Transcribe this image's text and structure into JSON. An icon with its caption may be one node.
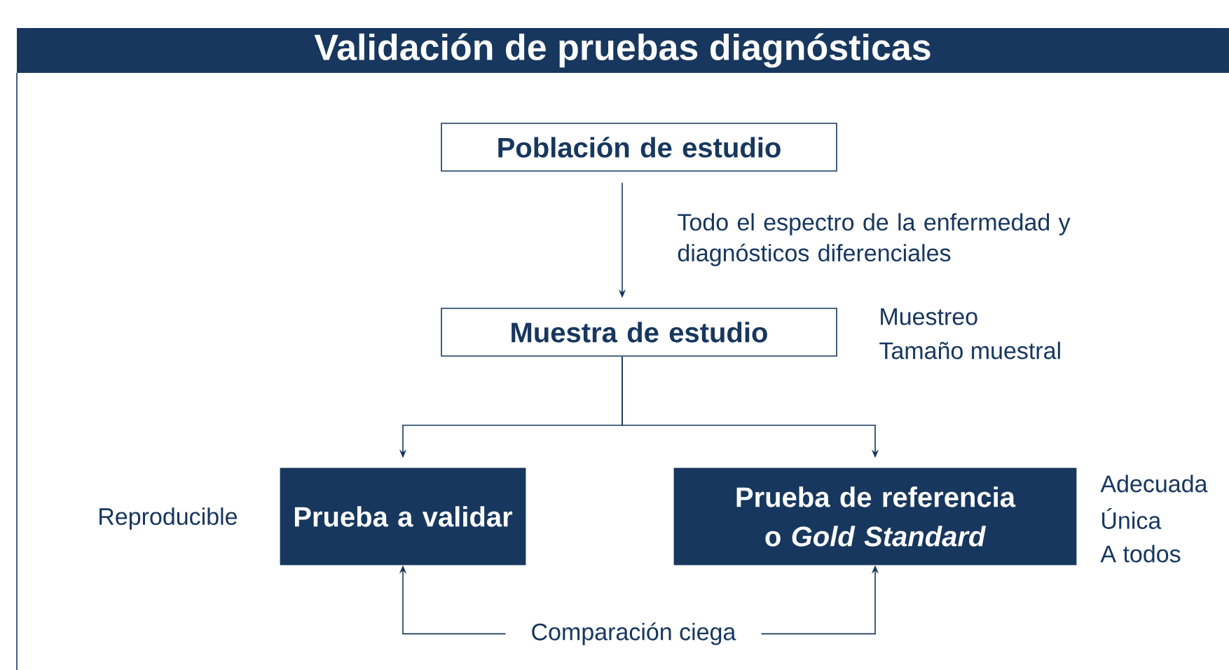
{
  "diagram": {
    "title": "Validación de pruebas diagnósticas",
    "nodes": [
      {
        "text": [
          "Población de estudio"
        ]
      },
      {
        "text": [
          "Muestra de estudio"
        ],
        "beside": [
          "Muestreo",
          "Tamaño muestral"
        ]
      },
      {
        "text": [
          "Prueba a validar"
        ],
        "beside": [
          "Reproducible"
        ]
      },
      {
        "text": [
          "Prueba de referencia o *Gold Standard*"
        ],
        "beside": [
          "Adecuada",
          "Única",
          "A todos"
        ]
      }
    ],
    "edges": [
      {
        "from": 0,
        "to": 1,
        "arrow": "to",
        "label": "Todo el espectro de la enfermedad y diagnósticos diferenciales"
      },
      {
        "from": 1,
        "to": 2,
        "arrow": "to"
      },
      {
        "from": 1,
        "to": 3,
        "arrow": "to"
      },
      {
        "from": 2,
        "to": 3,
        "arrow": "both",
        "label": "Comparación ciega"
      }
    ]
  }
}
